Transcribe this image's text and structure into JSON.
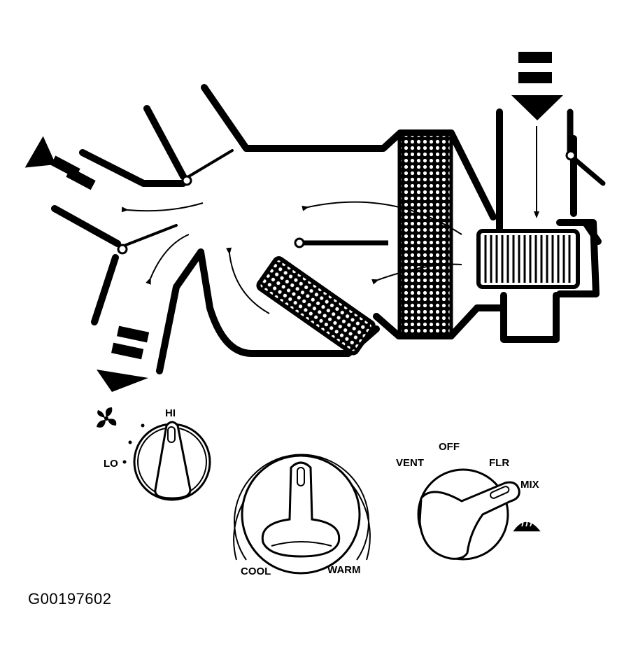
{
  "figure_id": "G00197602",
  "colors": {
    "ink": "#000000",
    "paper": "#ffffff"
  },
  "blower_control": {
    "hi_label": "HI",
    "lo_label": "LO",
    "icon": "fan-icon"
  },
  "temperature_control": {
    "cool_label": "COOL",
    "warm_label": "WARM"
  },
  "mode_control": {
    "vent_label": "VENT",
    "off_label": "OFF",
    "flr_label": "FLR",
    "mix_label": "MIX",
    "icon": "defrost-icon"
  }
}
